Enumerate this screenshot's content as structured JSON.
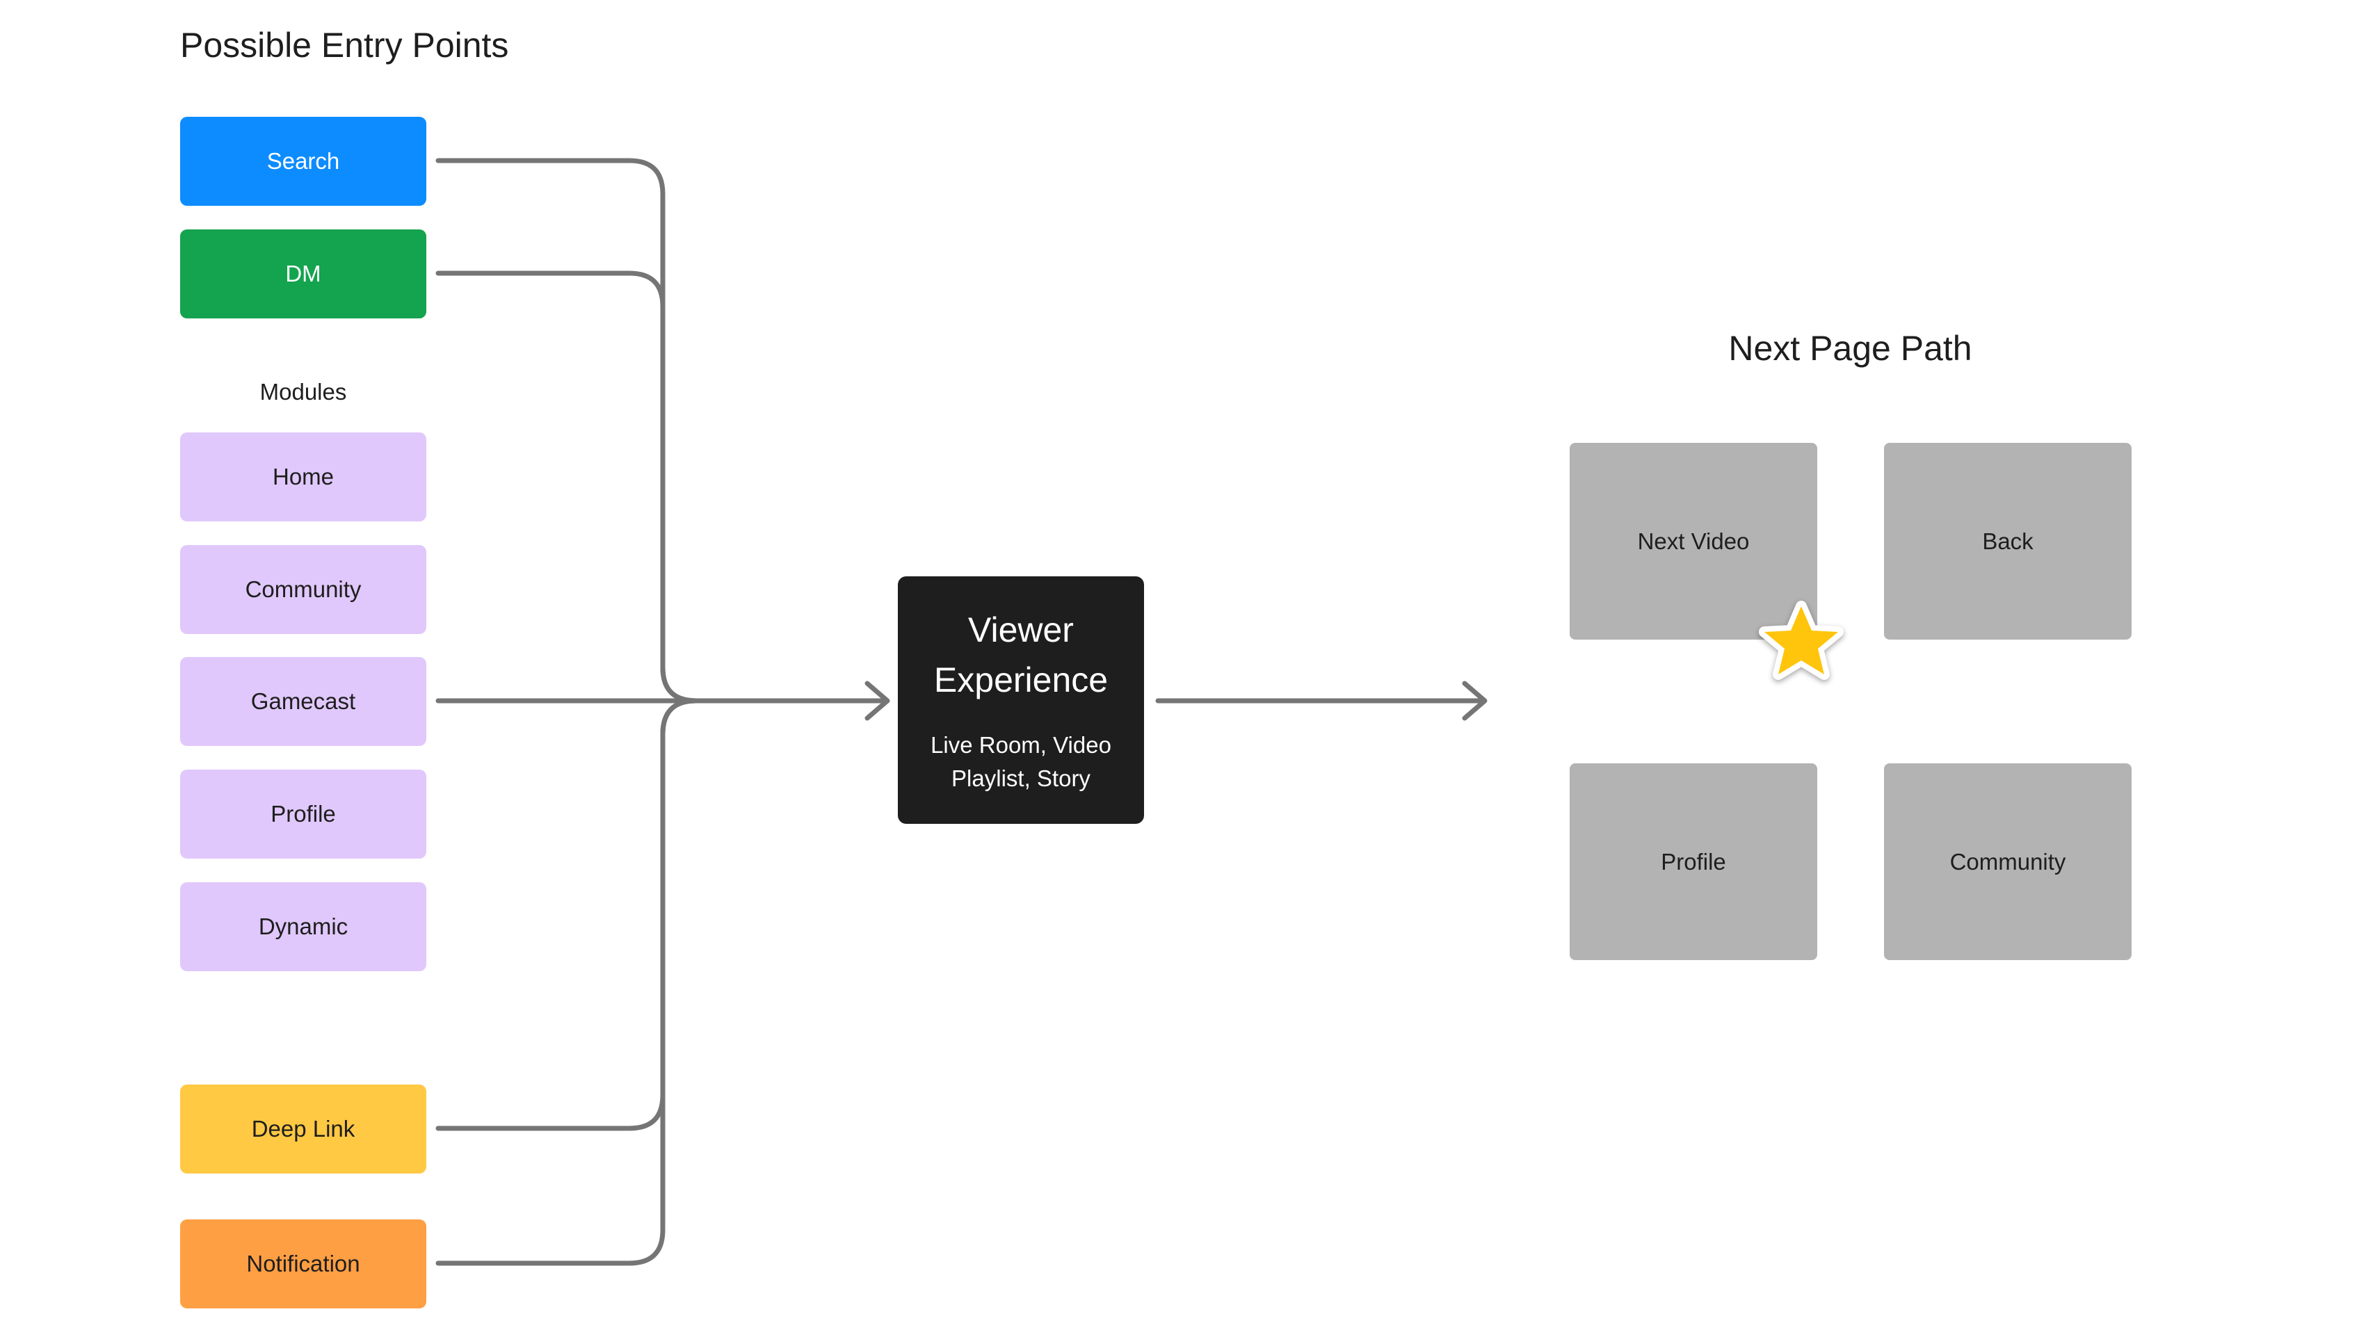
{
  "entry_points": {
    "heading": "Possible Entry Points",
    "search": {
      "label": "Search",
      "color": "#0d8cff",
      "text_color": "#ffffff"
    },
    "dm": {
      "label": "DM",
      "color": "#14a34e",
      "text_color": "#ffffff"
    },
    "modules_label": "Modules",
    "modules": [
      {
        "label": "Home",
        "color": "#e0c8fc"
      },
      {
        "label": "Community",
        "color": "#e0c8fc"
      },
      {
        "label": "Gamecast",
        "color": "#e0c8fc"
      },
      {
        "label": "Profile",
        "color": "#e0c8fc"
      },
      {
        "label": "Dynamic",
        "color": "#e0c8fc"
      }
    ],
    "deep_link": {
      "label": "Deep Link",
      "color": "#ffc943"
    },
    "notification": {
      "label": "Notification",
      "color": "#ff9f43"
    }
  },
  "viewer": {
    "title": "Viewer Experience",
    "subtitle": "Live Room, Video Playlist, Story",
    "color": "#1e1e1e"
  },
  "next_page": {
    "heading": "Next Page Path",
    "color": "#b3b3b3",
    "items": [
      {
        "label": "Next Video"
      },
      {
        "label": "Back"
      },
      {
        "label": "Profile"
      },
      {
        "label": "Community"
      }
    ],
    "star_icon": "star-icon",
    "star_color": "#ffc40c"
  },
  "connector_color": "#757575"
}
